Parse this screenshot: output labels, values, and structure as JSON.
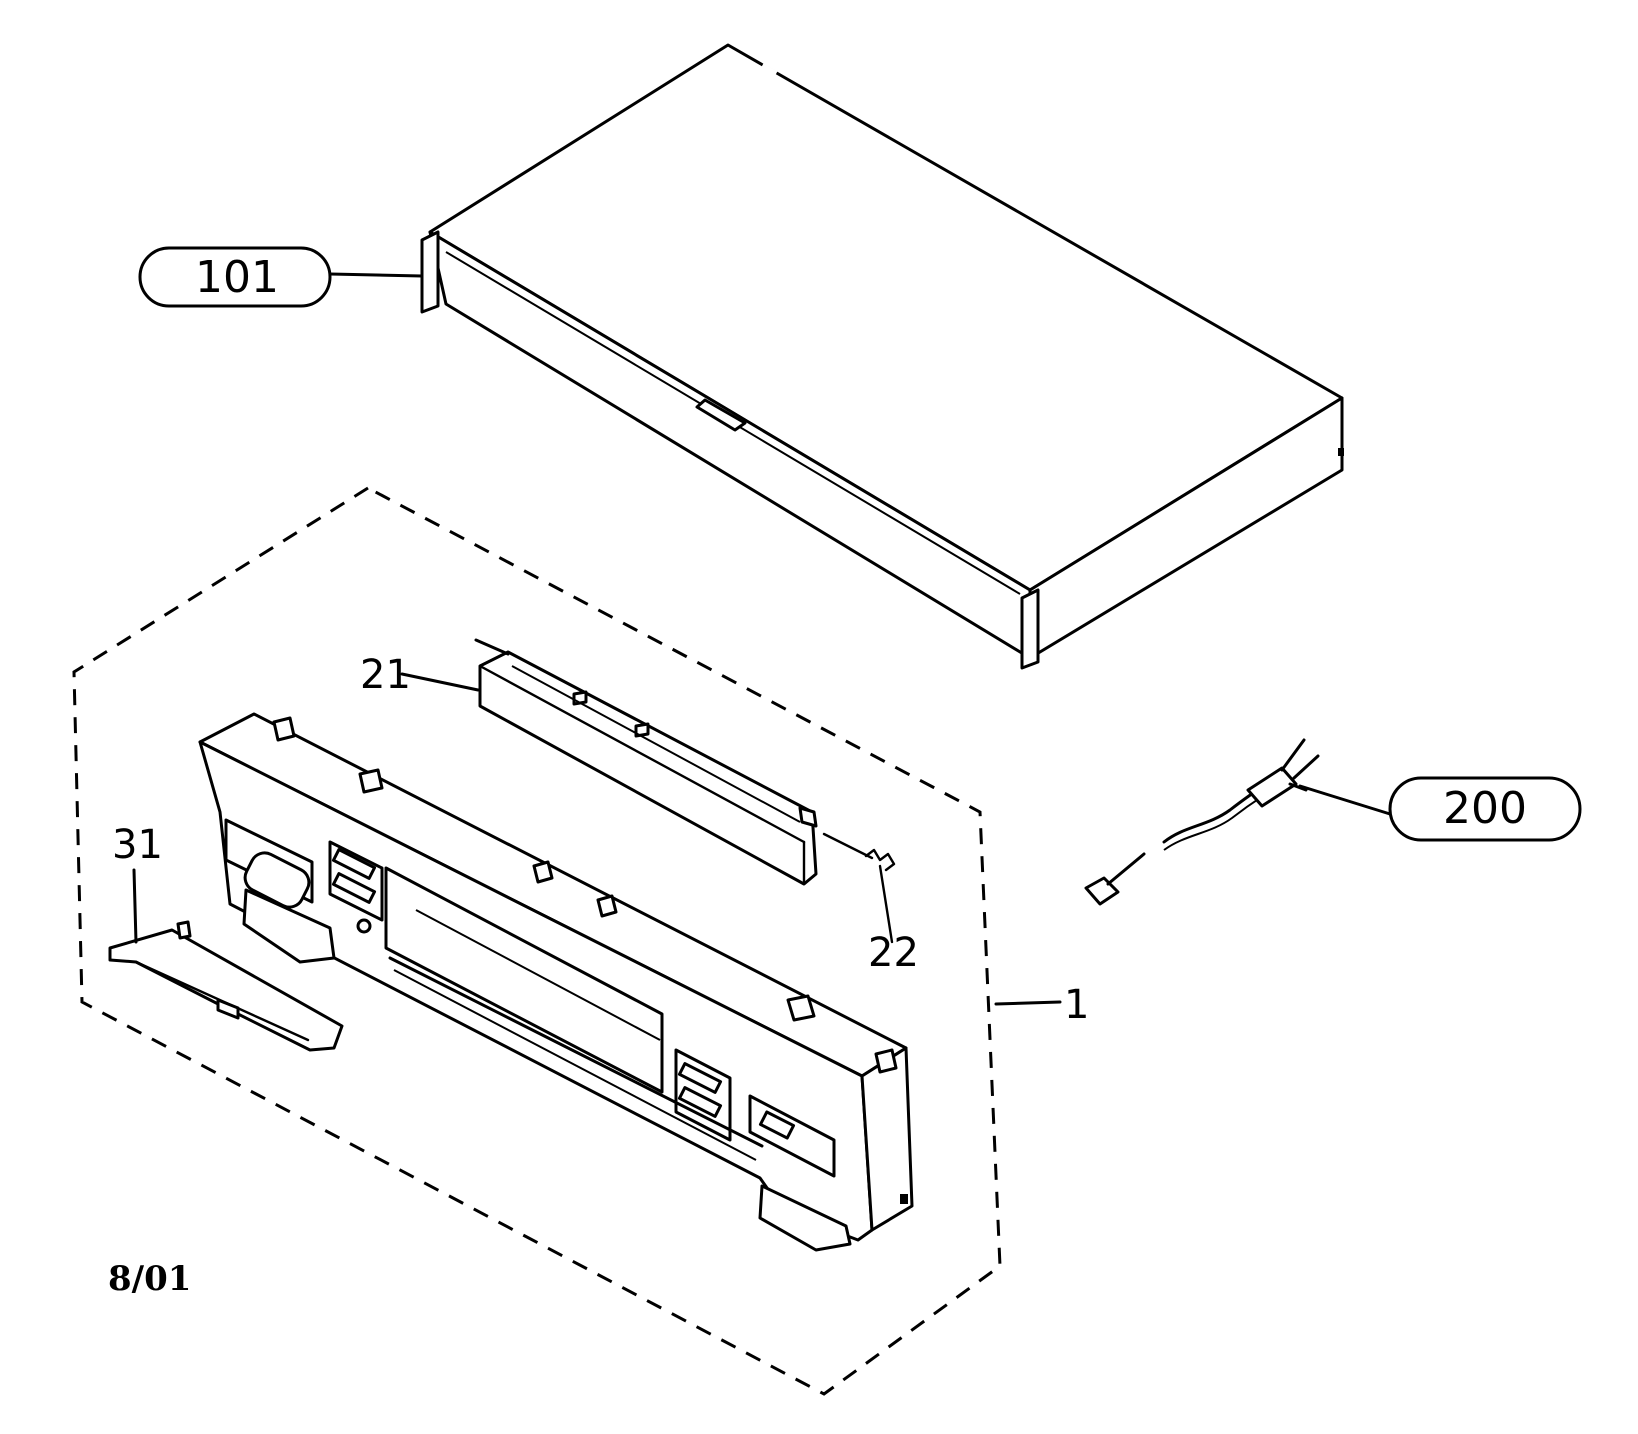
{
  "callouts": {
    "top_cover": "101",
    "power_cord": "200",
    "front_panel_assembly": "1",
    "door": "21",
    "spring": "22",
    "bracket": "31"
  },
  "footer": {
    "date": "8/01"
  }
}
